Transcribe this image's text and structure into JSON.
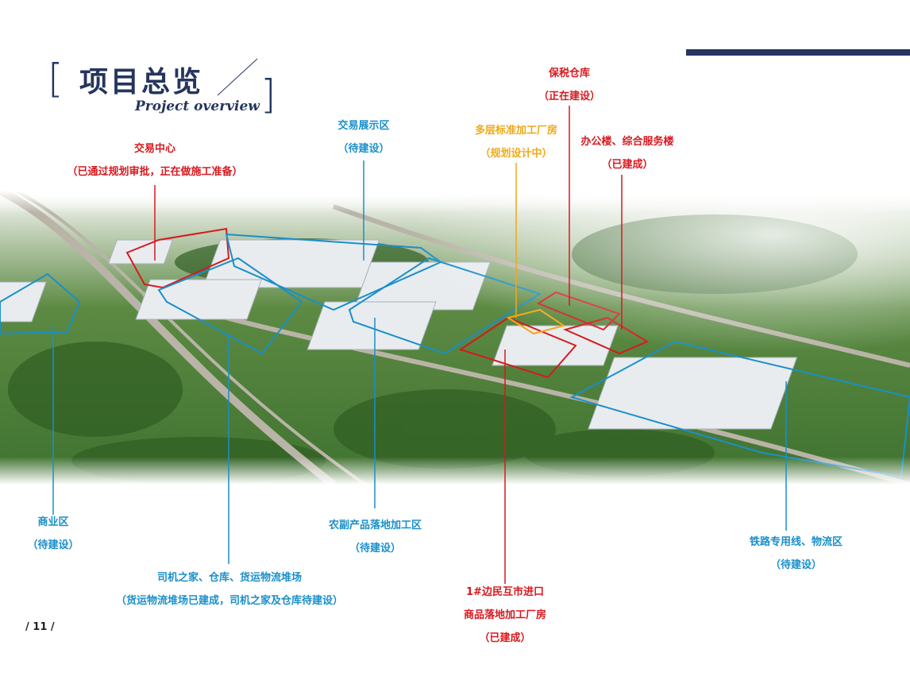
{
  "header": {
    "title_cn": "项目总览",
    "title_en": "Project overview",
    "bracket_open": "[",
    "bracket_close": "]"
  },
  "page_number": "/ 11 /",
  "colors": {
    "navy": "#25355f",
    "red": "#d7191f",
    "blue": "#1a8fc9",
    "orange": "#f0a818"
  },
  "labels": {
    "trade_center": {
      "name": "交易中心",
      "status": "（已通过规划审批，正在做施工准备）"
    },
    "trade_exhibit": {
      "name": "交易展示区",
      "status": "（待建设）"
    },
    "multi_factory": {
      "name": "多层标准加工厂房",
      "status": "（规划设计中）"
    },
    "bonded_warehouse": {
      "name": "保税仓库",
      "status": "（正在建设）"
    },
    "office_building": {
      "name": "办公楼、综合服务楼",
      "status": "（已建成）"
    },
    "commercial": {
      "name": "商业区",
      "status": "（待建设）"
    },
    "agri_processing": {
      "name": "农副产品落地加工区",
      "status": "（待建设）"
    },
    "driver_home": {
      "name": "司机之家、仓库、货运物流堆场",
      "status": "（货运物流堆场已建成，司机之家及仓库待建设）"
    },
    "border_factory": {
      "line1": "1#边民互市进口",
      "line2": "商品落地加工厂房",
      "status": "（已建成）"
    },
    "railway": {
      "name": "铁路专用线、物流区",
      "status": "（待建设）"
    }
  }
}
